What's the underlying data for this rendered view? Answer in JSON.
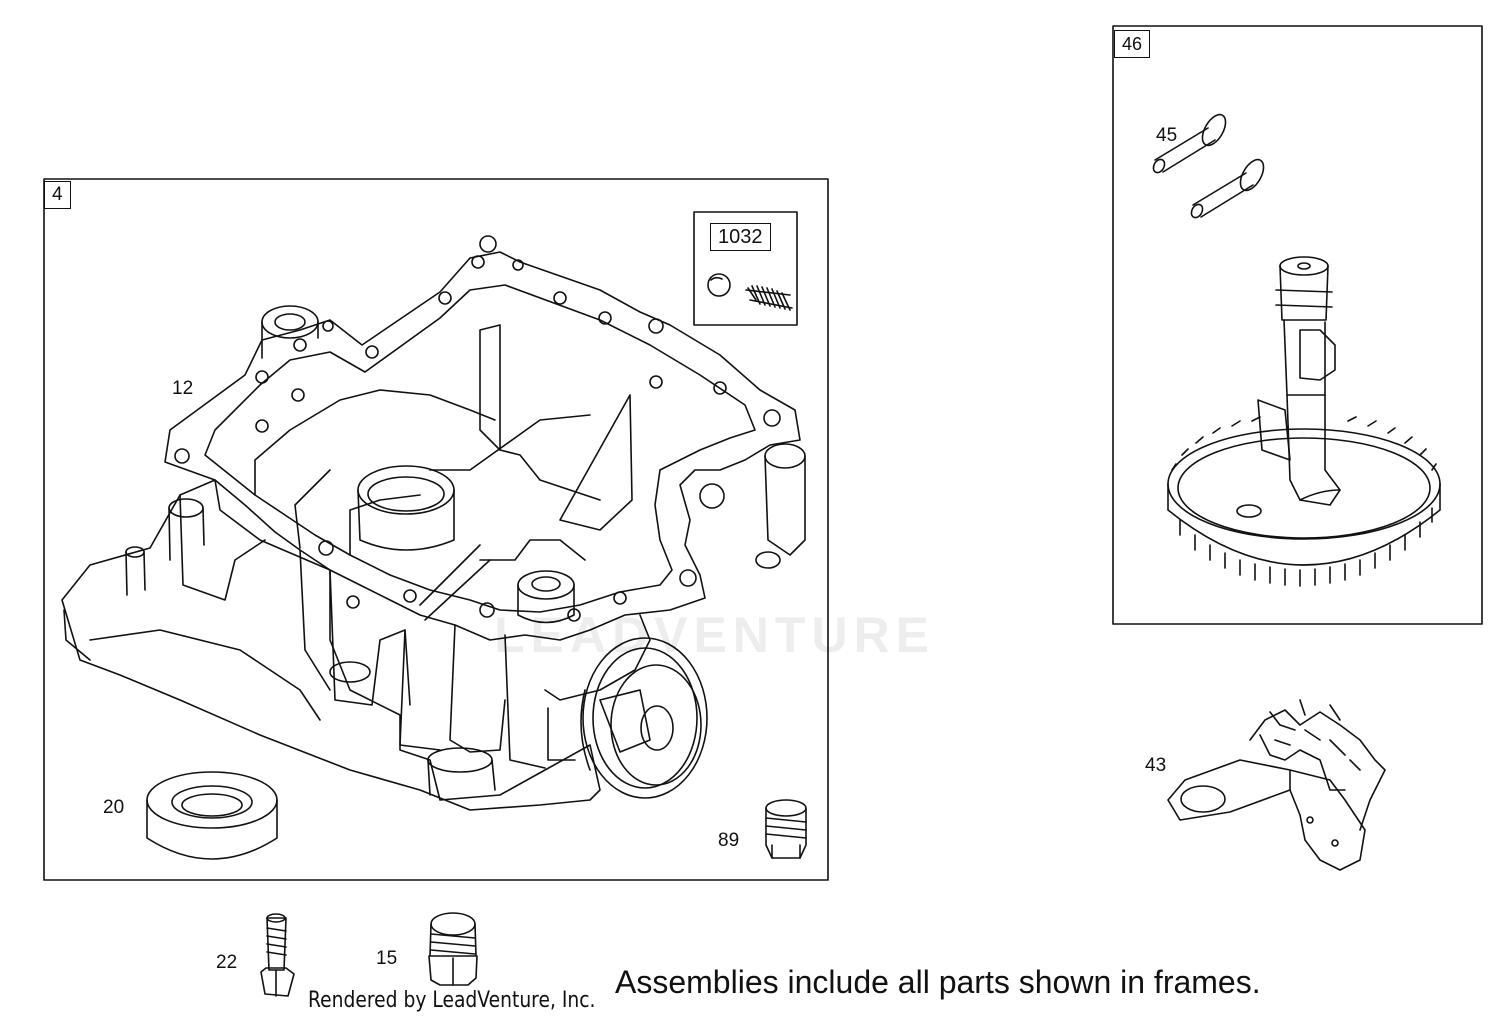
{
  "frames": {
    "frame_4": "4",
    "frame_46": "46",
    "kit_1032": "1032"
  },
  "callouts": {
    "p12": "12",
    "p20": "20",
    "p89": "89",
    "p45": "45",
    "p43": "43",
    "p22": "22",
    "p15": "15"
  },
  "footer": {
    "note": "Assemblies include all parts shown in frames.",
    "rendered_by": "Rendered by LeadVenture, Inc."
  },
  "watermark": "LEADVENTURE",
  "icons": [
    "sump-housing",
    "oil-seal",
    "pipe-plug",
    "check-ball",
    "spring",
    "screw",
    "camshaft-gear",
    "governor-assembly",
    "bolt",
    "plug",
    "valve-lifter-pin"
  ]
}
